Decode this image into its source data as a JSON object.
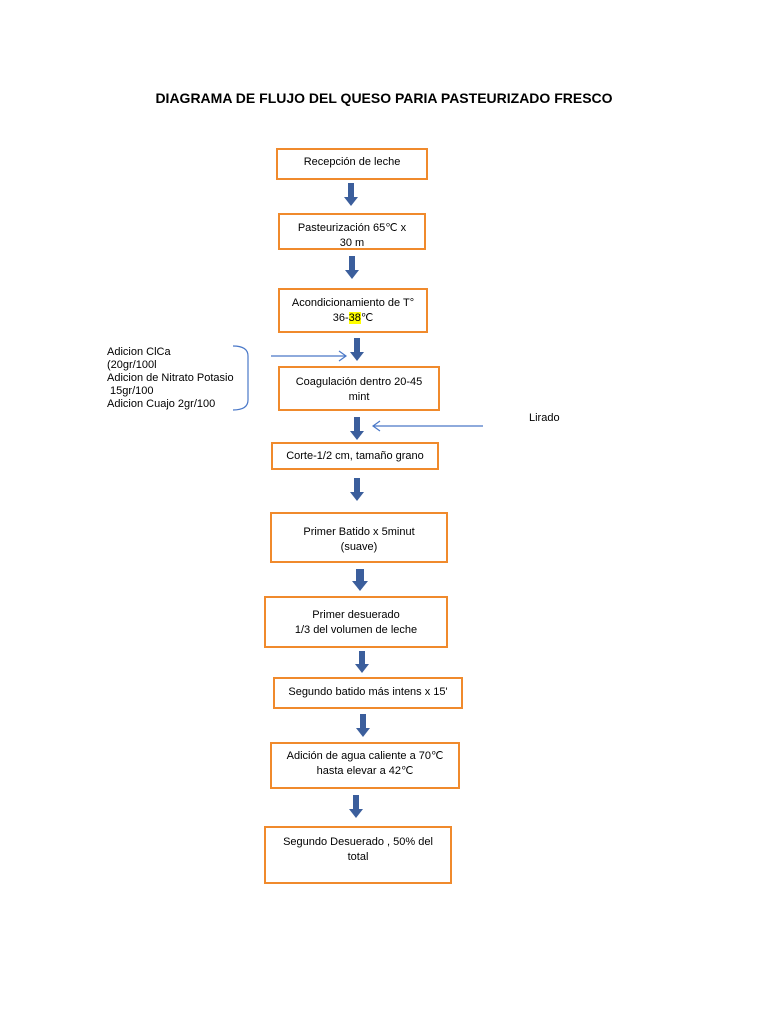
{
  "title": "DIAGRAMA DE FLUJO DEL QUESO PARIA PASTEURIZADO FRESCO",
  "steps": [
    {
      "text": "Recepción de leche"
    },
    {
      "text": "Pasteurización  65℃ x\n30 m"
    },
    {
      "line1": "Acondicionamiento de T°",
      "line2_pre": "36-",
      "line2_hl": "38",
      "line2_post": "℃"
    },
    {
      "text": "Coagulación   dentro 20-45\nmint"
    },
    {
      "text": "Corte-1/2 cm, tamaño grano"
    },
    {
      "text": "Primer Batido x 5minut\n(suave)"
    },
    {
      "text": "Primer desuerado\n1/3 del volumen de leche"
    },
    {
      "text": "Segundo batido más intens x 15'"
    },
    {
      "text": "Adición de agua caliente a 70℃\n  hasta elevar  a 42℃"
    },
    {
      "text": "Segundo Desuerado , 50% del\ntotal"
    }
  ],
  "side_note": "Adicion ClCa\n(20gr/100l\nAdicion de Nitrato Potasio\n 15gr/100\nAdicion Cuajo 2gr/100",
  "side_label_right": "Lirado",
  "colors": {
    "box_border": "#f08a2c",
    "arrow": "#3b5e9c",
    "connector": "#4a78c8",
    "highlight": "#ffff00"
  }
}
